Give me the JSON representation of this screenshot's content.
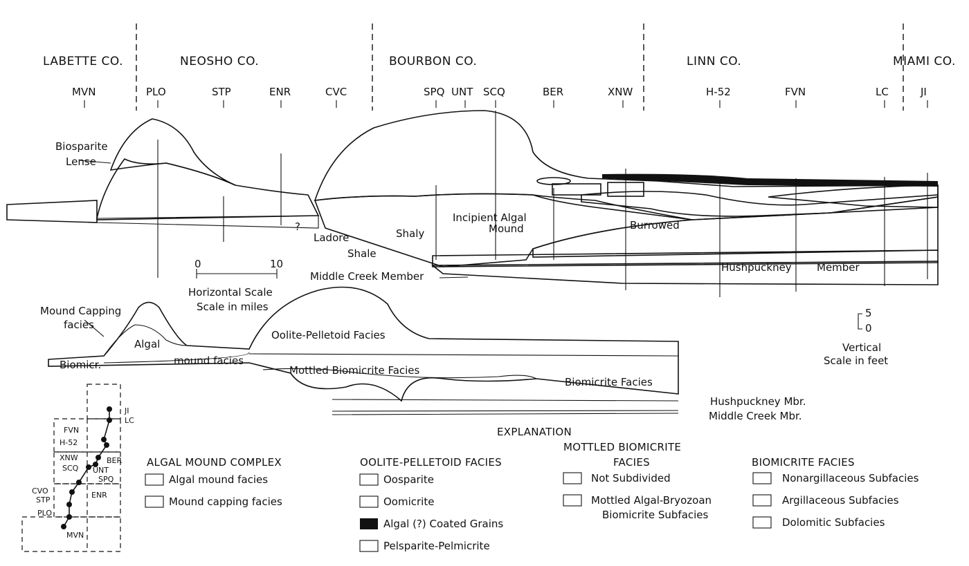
{
  "counties": [
    "LABETTE CO.",
    "NEOSHO CO.",
    "BOURBON CO.",
    "LINN CO.",
    "MIAMI CO."
  ],
  "localities": [
    "MVN",
    "PLO",
    "STP",
    "ENR",
    "CVC",
    "SPQ",
    "UNT",
    "SCQ",
    "BER",
    "XNW",
    "H-52",
    "FVN",
    "LC",
    "JI"
  ],
  "section_labels": {
    "biosparite_1": "Biosparite",
    "biosparite_2": "Lense",
    "incipient_1": "Incipient Algal",
    "incipient_2": "Mound",
    "shaly": "Shaly",
    "ladore": "Ladore",
    "shale": "Shale",
    "burrowed": "Burrowed",
    "hushpuckney": "Hushpuckney",
    "member": "Member",
    "middle_creek": "Middle Creek Member",
    "question": "?"
  },
  "horizontal_scale": {
    "zero": "0",
    "ten": "10",
    "title": "Horizontal Scale",
    "subtitle": "Scale in miles"
  },
  "vertical_scale": {
    "five": "5",
    "zero": "0",
    "title": "Vertical",
    "subtitle": "Scale in feet"
  },
  "facies_diagram": {
    "mound_capping_1": "Mound Capping",
    "mound_capping_2": "facies",
    "algal": "Algal",
    "mound_facies": "mound facies",
    "biomicr": "Biomicr.",
    "oolite": "Oolite-Pelletoid Facies",
    "mottled": "Mottled Biomicrite Facies",
    "biomicrite": "Biomicrite Facies",
    "hushpuckney_mbr": "Hushpuckney Mbr.",
    "middle_creek_mbr": "Middle Creek Mbr."
  },
  "explanation": {
    "title": "EXPLANATION",
    "groups": [
      {
        "title_lines": [
          "ALGAL MOUND COMPLEX"
        ],
        "items": [
          "Algal mound facies",
          "Mound capping facies"
        ]
      },
      {
        "title_lines": [
          "OOLITE-PELLETOID FACIES"
        ],
        "items": [
          "Oosparite",
          "Oomicrite",
          "Algal (?) Coated Grains",
          "Pelsparite-Pelmicrite"
        ]
      },
      {
        "title_lines": [
          "MOTTLED BIOMICRITE",
          "FACIES"
        ],
        "items": [
          "Not Subdivided",
          "Mottled Algal-Bryozoan",
          "Biomicrite Subfacies"
        ]
      },
      {
        "title_lines": [
          "BIOMICRITE FACIES"
        ],
        "items": [
          "Nonargillaceous Subfacies",
          "Argillaceous Subfacies",
          "Dolomitic Subfacies"
        ]
      }
    ]
  },
  "index_map": {
    "labels": [
      "JI",
      "LC",
      "FVN",
      "H-52",
      "XNW",
      "SCQ",
      "BER",
      "UNT",
      "SPQ",
      "CVO",
      "STP",
      "ENR",
      "PLO",
      "MVN"
    ]
  }
}
